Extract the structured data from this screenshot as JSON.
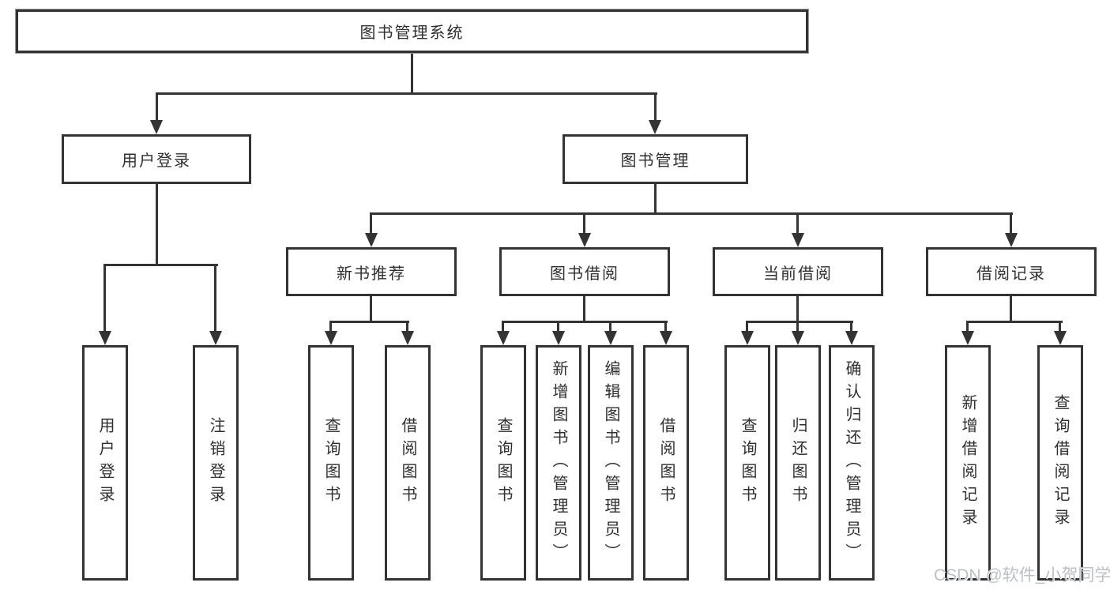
{
  "title": {
    "label": "图书管理系统"
  },
  "branches": {
    "user_login": {
      "label": "用户登录",
      "children": [
        {
          "label": "用户登录"
        },
        {
          "label": "注销登录"
        }
      ]
    },
    "book_mgmt": {
      "label": "图书管理",
      "sections": {
        "recommend": {
          "label": "新书推荐",
          "children": [
            {
              "label": "查询图书"
            },
            {
              "label": "借阅图书"
            }
          ]
        },
        "borrow": {
          "label": "图书借阅",
          "children": [
            {
              "label": "查询图书"
            },
            {
              "label": "新增图书（管理员）"
            },
            {
              "label": "编辑图书（管理员）"
            },
            {
              "label": "借阅图书"
            }
          ]
        },
        "current": {
          "label": "当前借阅",
          "children": [
            {
              "label": "查询图书"
            },
            {
              "label": "归还图书"
            },
            {
              "label": "确认归还（管理员）"
            }
          ]
        },
        "records": {
          "label": "借阅记录",
          "children": [
            {
              "label": "新增借阅记录"
            },
            {
              "label": "查询借阅记录"
            }
          ]
        }
      }
    }
  },
  "watermark": {
    "text": "CSDN @软件_小贺同学"
  },
  "colors": {
    "line": "#333333",
    "box_border": "#333333",
    "text": "#2f2f2f",
    "watermark": "#bcc0c4"
  }
}
